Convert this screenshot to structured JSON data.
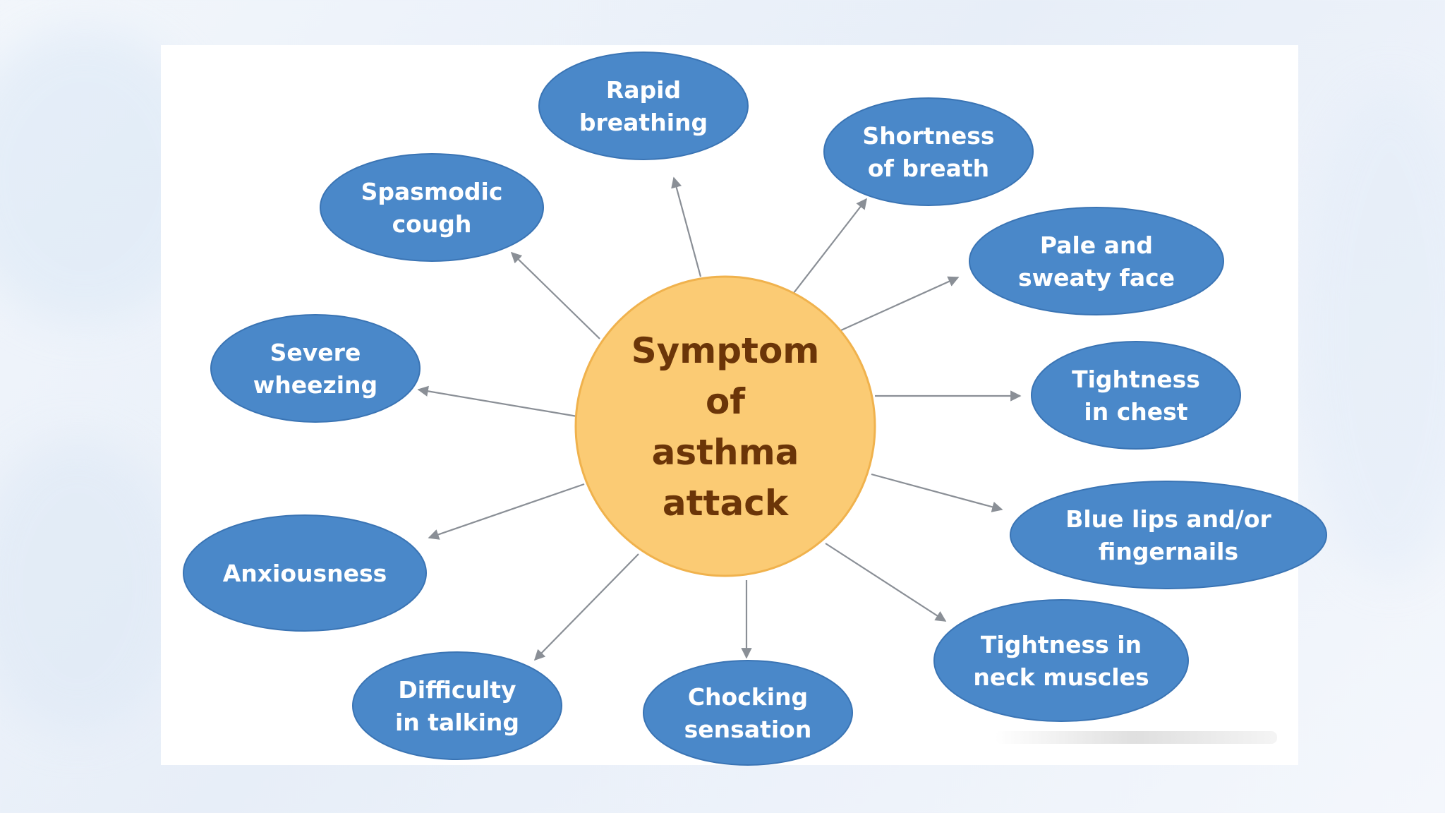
{
  "center": {
    "lines": [
      "Symptom",
      "of",
      "asthma",
      "attack"
    ]
  },
  "symptoms": [
    {
      "id": "rapid-breathing",
      "lines": [
        "Rapid",
        "breathing"
      ]
    },
    {
      "id": "shortness-of-breath",
      "lines": [
        "Shortness",
        "of breath"
      ]
    },
    {
      "id": "pale-and-sweaty-face",
      "lines": [
        "Pale and",
        "sweaty face"
      ]
    },
    {
      "id": "tightness-in-chest",
      "lines": [
        "Tightness",
        "in chest"
      ]
    },
    {
      "id": "blue-lips",
      "lines": [
        "Blue lips and/or",
        "fingernails"
      ]
    },
    {
      "id": "tightness-in-neck-muscles",
      "lines": [
        "Tightness in",
        "neck muscles"
      ]
    },
    {
      "id": "chocking-sensation",
      "lines": [
        "Chocking",
        "sensation"
      ]
    },
    {
      "id": "difficulty-in-talking",
      "lines": [
        "Difficulty",
        "in talking"
      ]
    },
    {
      "id": "anxiousness",
      "lines": [
        "Anxiousness"
      ]
    },
    {
      "id": "severe-wheezing",
      "lines": [
        "Severe",
        "wheezing"
      ]
    },
    {
      "id": "spasmodic-cough",
      "lines": [
        "Spasmodic",
        "cough"
      ]
    }
  ],
  "colors": {
    "bubble_fill": "#4a88c9",
    "bubble_stroke": "#3a74b4",
    "center_fill": "#fbcb74",
    "center_stroke": "#f0b24d",
    "center_text": "#6b3508",
    "arrow": "#8a8f96"
  }
}
